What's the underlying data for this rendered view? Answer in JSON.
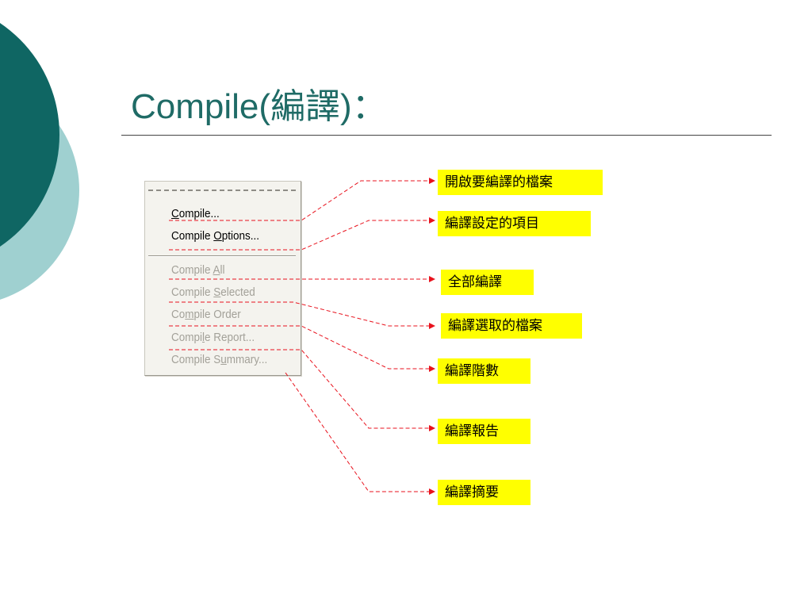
{
  "slide": {
    "title": "Compile(編譯)："
  },
  "menu": {
    "items": [
      {
        "prefix": "",
        "key": "C",
        "suffix": "ompile...",
        "state": "enabled"
      },
      {
        "prefix": "Compile ",
        "key": "O",
        "suffix": "ptions...",
        "state": "enabled"
      },
      {
        "prefix": "Compile ",
        "key": "A",
        "suffix": "ll",
        "state": "disabled"
      },
      {
        "prefix": "Compile ",
        "key": "S",
        "suffix": "elected",
        "state": "disabled"
      },
      {
        "prefix": "Co",
        "key": "m",
        "suffix": "pile Order",
        "state": "disabled"
      },
      {
        "prefix": "Compi",
        "key": "l",
        "suffix": "e Report...",
        "state": "disabled"
      },
      {
        "prefix": "Compile S",
        "key": "u",
        "suffix": "mmary...",
        "state": "disabled"
      }
    ]
  },
  "callouts": [
    "開啟要編譯的檔案",
    "編譯設定的項目",
    "全部編譯",
    "編譯選取的檔案",
    "編譯階數",
    "編譯報告",
    "編譯摘要"
  ],
  "colors": {
    "title": "#1f6b66",
    "circle_dark": "#0f6663",
    "circle_light": "#9fd0d0",
    "callout_bg": "#ffff00",
    "leader_line": "#e8121d"
  }
}
